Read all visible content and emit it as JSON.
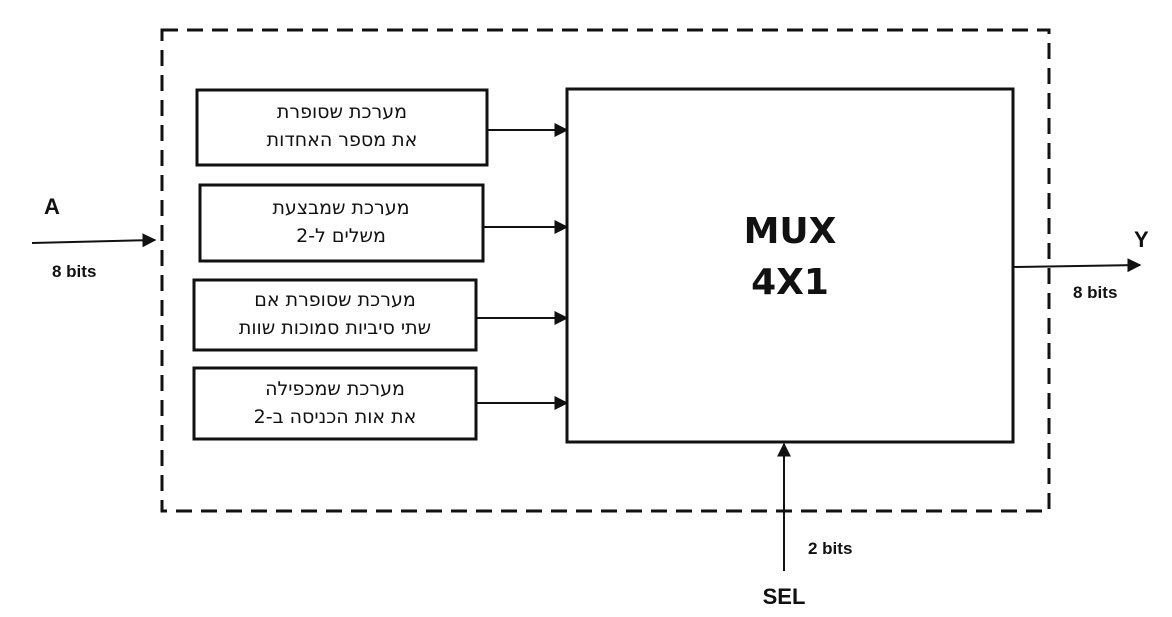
{
  "inputs": {
    "a": {
      "label": "A",
      "width": "8 bits"
    },
    "sel": {
      "label": "SEL",
      "width": "2 bits"
    }
  },
  "output": {
    "label": "Y",
    "width": "8 bits"
  },
  "mux": {
    "line1": "MUX",
    "line2": "4X1"
  },
  "blocks": [
    {
      "line1": "מערכת שסופרת",
      "line2": "את מספר האחדות"
    },
    {
      "line1": "מערכת שמבצעת",
      "line2": "משלים ל-2"
    },
    {
      "line1": "מערכת שסופרת אם",
      "line2": "שתי סיביות סמוכות שוות"
    },
    {
      "line1": "מערכת שמכפילה",
      "line2": "את אות הכניסה ב-2"
    }
  ]
}
